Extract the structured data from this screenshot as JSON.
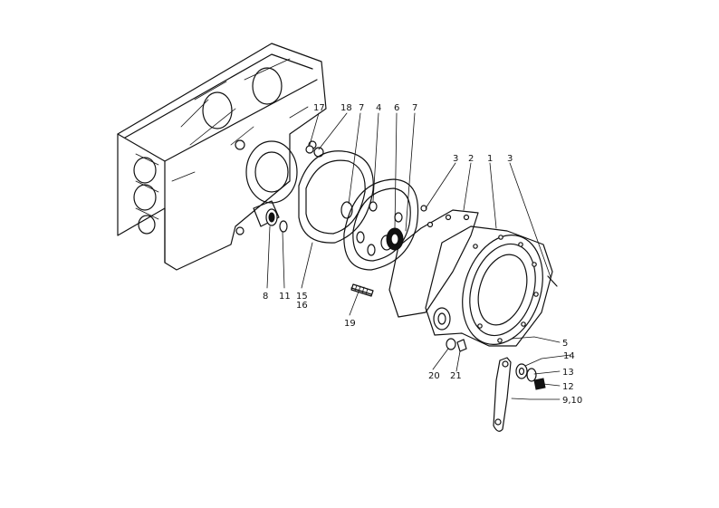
{
  "labels": {
    "l1": "1",
    "l2": "2",
    "l3a": "3",
    "l3b": "3",
    "l4": "4",
    "l5": "5",
    "l6": "6",
    "l7a": "7",
    "l7b": "7",
    "l8": "8",
    "l910": "9,10",
    "l11": "11",
    "l12": "12",
    "l13": "13",
    "l14": "14",
    "l15": "15",
    "l16": "16",
    "l17": "17",
    "l18": "18",
    "l19": "19",
    "l20": "20",
    "l21": "21"
  }
}
